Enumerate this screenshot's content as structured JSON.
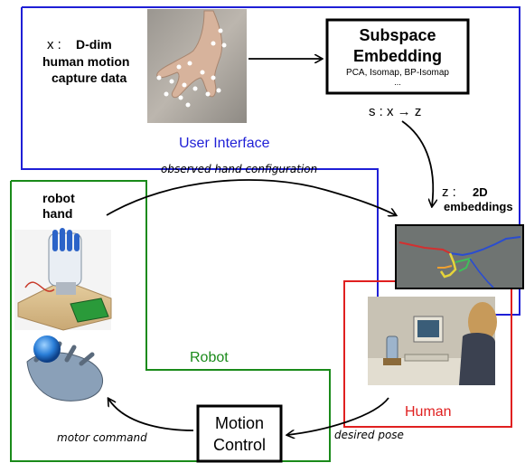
{
  "input": {
    "x_symbol": "x :",
    "dim_label": "D-dim",
    "line2": "human motion",
    "line3": "capture data"
  },
  "subspace_box": {
    "title_line1": "Subspace",
    "title_line2": "Embedding",
    "methods": "PCA, Isomap, BP-Isomap",
    "ellipsis": "..."
  },
  "mapping": {
    "label": "s : x → z"
  },
  "user_interface": {
    "label": "User Interface",
    "color": "#1f1fd6"
  },
  "observed": {
    "label": "observed hand configuration"
  },
  "embeddings": {
    "z_symbol": "z :",
    "line1": "2D",
    "line2": "embeddings"
  },
  "robot_hand": {
    "line1": "robot",
    "line2": "hand"
  },
  "robot": {
    "label": "Robot",
    "color": "#1a8a1a"
  },
  "human": {
    "label": "Human",
    "color": "#e02020"
  },
  "motion_control": {
    "line1": "Motion",
    "line2": "Control"
  },
  "motor_command": {
    "label": "motor command"
  },
  "desired_pose": {
    "label": "desired pose"
  }
}
